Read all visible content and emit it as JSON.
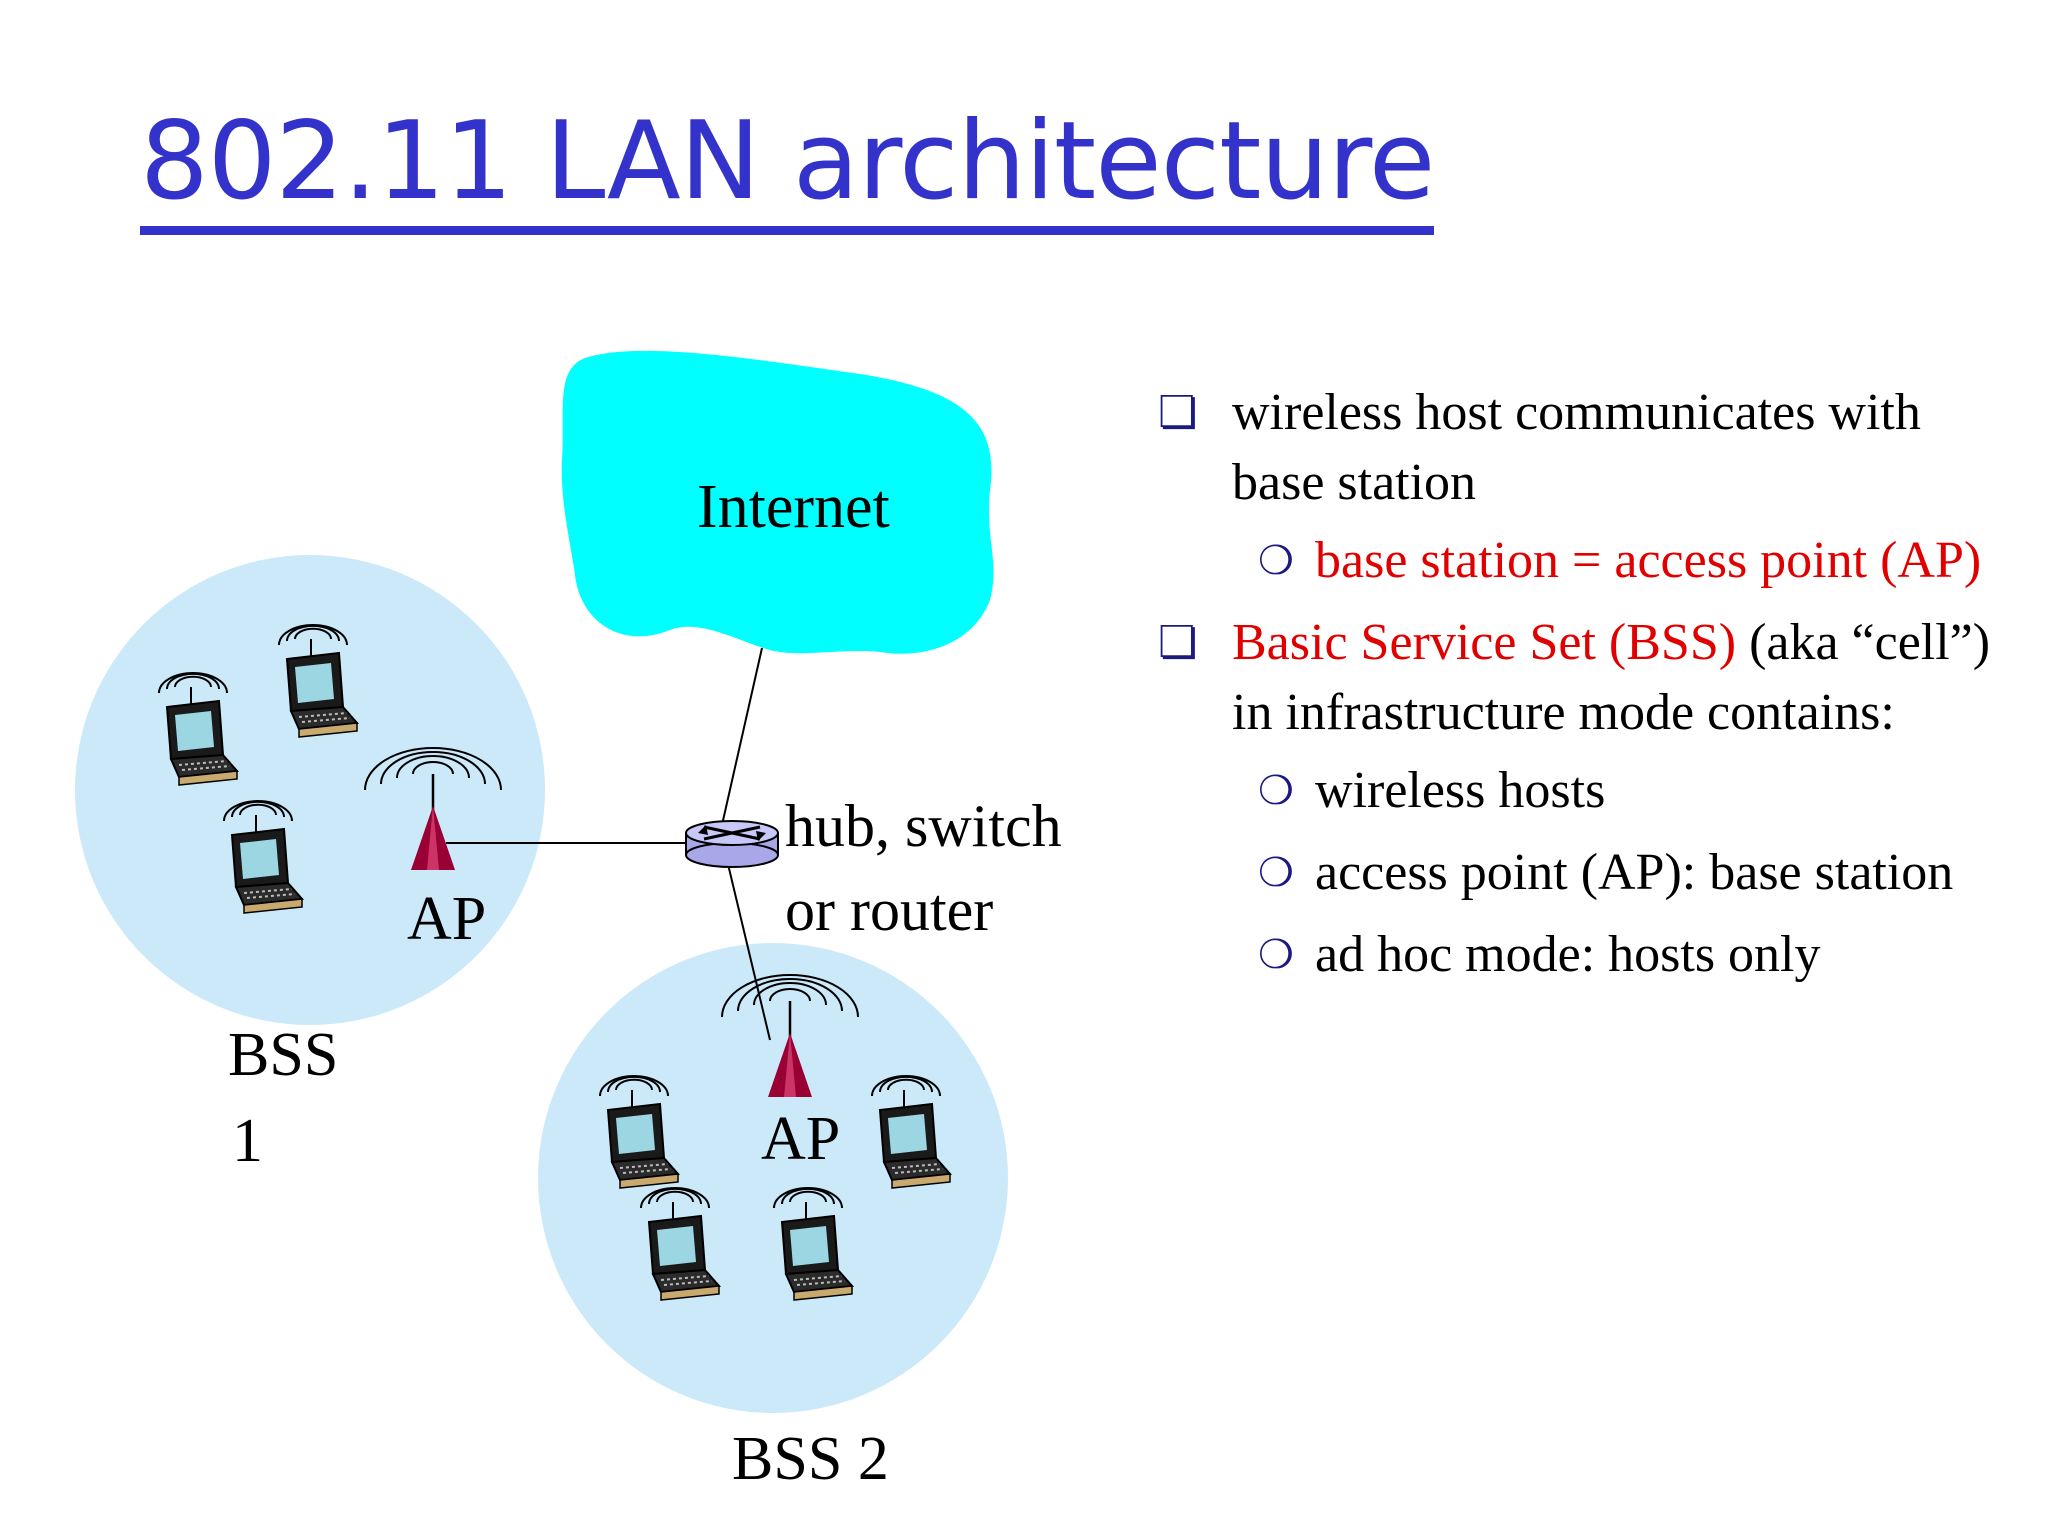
{
  "title": "802.11 LAN architecture",
  "diagram": {
    "internet_label": "Internet",
    "router_label_line1": "hub, switch",
    "router_label_line2": "or router",
    "ap1_label": "AP",
    "ap2_label": "AP",
    "bss1_label_line1": "BSS",
    "bss1_label_line2": "1",
    "bss2_label": "BSS 2"
  },
  "bullets": [
    {
      "parts": [
        {
          "text": "wireless host communicates with base station",
          "color": "black"
        }
      ],
      "sub": [
        {
          "parts": [
            {
              "text": "base station = access point (AP)",
              "color": "red"
            }
          ]
        }
      ]
    },
    {
      "parts": [
        {
          "text": "Basic Service Set (BSS)",
          "color": "red"
        },
        {
          "text": " (aka “cell”) in infrastructure mode contains:",
          "color": "black"
        }
      ],
      "sub": [
        {
          "parts": [
            {
              "text": "wireless hosts",
              "color": "black"
            }
          ]
        },
        {
          "parts": [
            {
              "text": "access point (AP): base station",
              "color": "black"
            }
          ]
        },
        {
          "parts": [
            {
              "text": "ad hoc mode: hosts only",
              "color": "black"
            }
          ]
        }
      ]
    }
  ],
  "colors": {
    "title": "#3333cc",
    "cloud": "#00ffff",
    "bss_circle": "#cce9f9",
    "ap": "#990033",
    "router": "#b8b8f0",
    "emphasis": "#e00000"
  }
}
